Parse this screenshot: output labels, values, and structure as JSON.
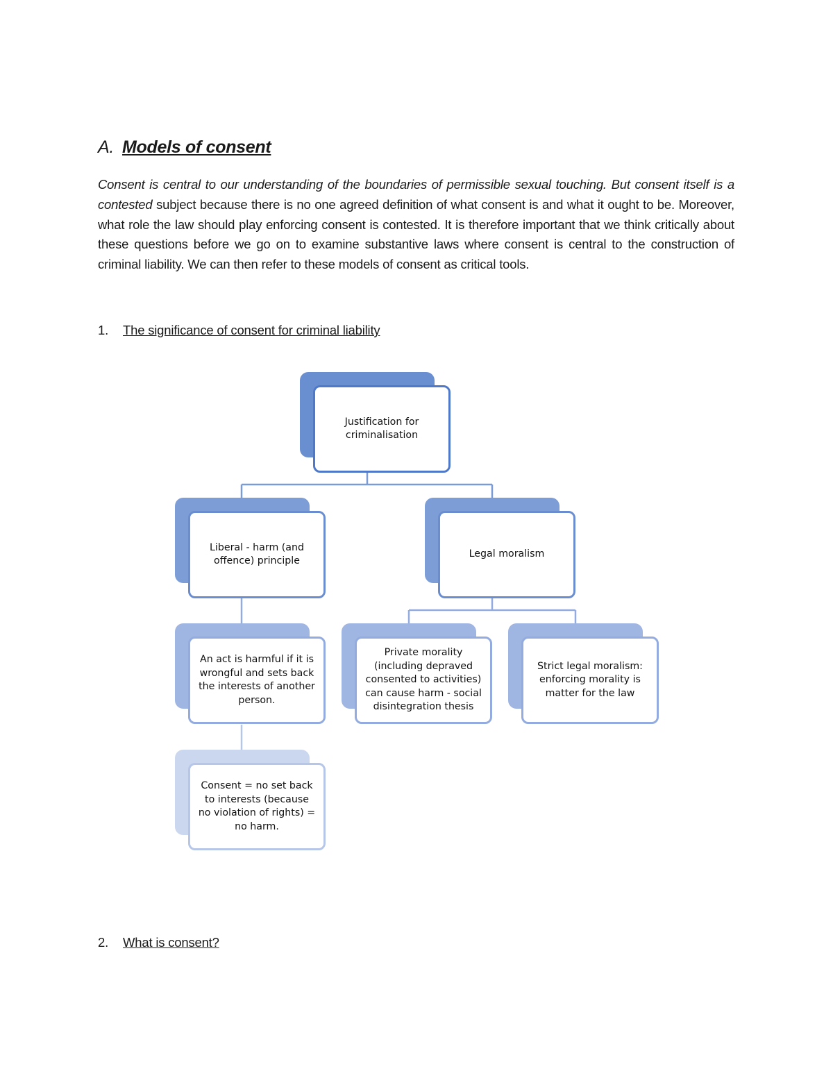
{
  "section": {
    "letter": "A.",
    "title": "Models of consent"
  },
  "intro": {
    "italic_part": "Consent is central to our understanding of the boundaries of permissible sexual touching. But consent itself is a contested",
    "normal_part": " subject because there is no one agreed definition of what consent is and what it ought to be. Moreover, what role the law should play enforcing consent is contested. It is therefore important that we think critically about these questions before we go on to examine substantive laws where consent is central to the construction of criminal liability. We can then refer to these models of consent as critical tools."
  },
  "headings": [
    {
      "number": "1.",
      "title": "The significance of consent for criminal liability "
    },
    {
      "number": "2.",
      "title": "What is consent? "
    }
  ],
  "diagram": {
    "root": "Justification for criminalisation",
    "liberal": "Liberal - harm (and offence) principle",
    "moralism": "Legal moralism",
    "harm_definition": "An act is harmful if it is wrongful and sets back the interests of another person.",
    "consent_no_harm": "Consent = no set back to interests (because no violation of rights) = no harm.",
    "private_morality": "Private morality (including depraved consented to activities) can cause harm - social disintegration thesis",
    "strict_moralism": "Strict legal moralism: enforcing morality is matter for the law"
  },
  "colors": {
    "connector": "#7b9bd4",
    "level1": "#6a8fd0",
    "level2": "#7d9dd6",
    "level3": "#9fb5e2",
    "level4": "#cbd7ee"
  }
}
